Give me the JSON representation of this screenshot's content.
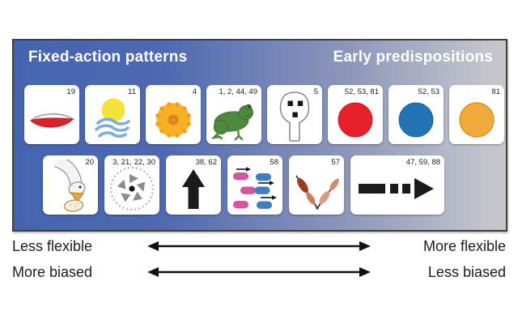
{
  "figure": {
    "panel": {
      "left_title": "Fixed-action patterns",
      "right_title": "Early predispositions",
      "title_color": "#ffffff",
      "gradient_left": "#4564af",
      "gradient_right": "#c4c6cc",
      "border_color": "#3f3f3f"
    },
    "row1": [
      {
        "refs": "19",
        "icon": "red-lens-icon"
      },
      {
        "refs": "11",
        "icon": "sun-over-water-icon"
      },
      {
        "refs": "4",
        "icon": "flower-icon"
      },
      {
        "refs": "1, 2, 44, 49",
        "icon": "frog-icon"
      },
      {
        "refs": "5",
        "icon": "schematic-face-icon"
      },
      {
        "refs": "52, 53, 81",
        "icon": "red-circle-icon"
      },
      {
        "refs": "52, 53",
        "icon": "blue-circle-icon"
      },
      {
        "refs": "81",
        "icon": "orange-circle-icon"
      }
    ],
    "row2": [
      {
        "refs": "20",
        "icon": "goose-egg-rolling-icon"
      },
      {
        "refs": "3, 21, 22, 30",
        "icon": "rotation-compass-icon"
      },
      {
        "refs": "38, 62",
        "icon": "up-arrow-icon"
      },
      {
        "refs": "58",
        "icon": "moving-dots-icon"
      },
      {
        "refs": "57",
        "icon": "jointed-legs-icon"
      },
      {
        "refs": "47, 59, 88",
        "icon": "dashed-right-arrow-icon"
      }
    ],
    "axes": [
      {
        "left_label": "Less flexible",
        "right_label": "More flexible"
      },
      {
        "left_label": "More biased",
        "right_label": "Less biased"
      }
    ],
    "colors": {
      "red_circle": "#e62129",
      "blue_circle": "#2173b4",
      "orange_circle": "#f2a93b",
      "pill_pink": "#d5569d",
      "pill_blue": "#3d7fc1",
      "arrow_black": "#1b1b1b"
    }
  }
}
